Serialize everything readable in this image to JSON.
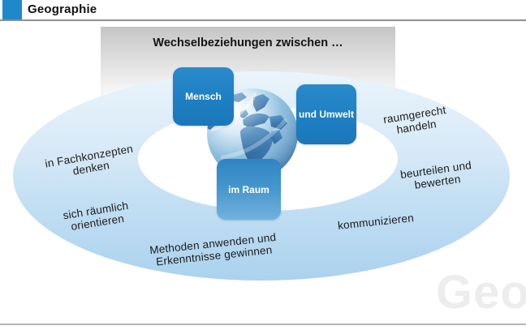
{
  "header": {
    "title": "Geographie"
  },
  "diagram": {
    "title": "Wechselbeziehungen zwischen …",
    "center_boxes": [
      {
        "label": "Mensch"
      },
      {
        "label": "und Umwelt"
      },
      {
        "label": "im Raum"
      }
    ],
    "competencies": [
      {
        "line1": "in Fachkonzepten",
        "line2": "denken"
      },
      {
        "line1": "sich räumlich",
        "line2": "orientieren"
      },
      {
        "line1": "raumgerecht",
        "line2": "handeln"
      },
      {
        "line1": "beurteilen und",
        "line2": "bewerten"
      },
      {
        "line1": "kommunizieren"
      },
      {
        "line1": "Methoden anwenden und",
        "line2": "Erkenntnisse gewinnen"
      }
    ],
    "center_icon": "earth-globe"
  },
  "watermark": "Geo",
  "colors": {
    "accent_blue": "#1e88c9",
    "box_blue": "#1e7fc2",
    "ellipse_blue": "#abd2ee",
    "inner_ring_white": "#ffffff",
    "topic_box_gray": "#c5c5c5",
    "watermark_gray": "#ededed",
    "text_black": "#1a1a1a"
  }
}
